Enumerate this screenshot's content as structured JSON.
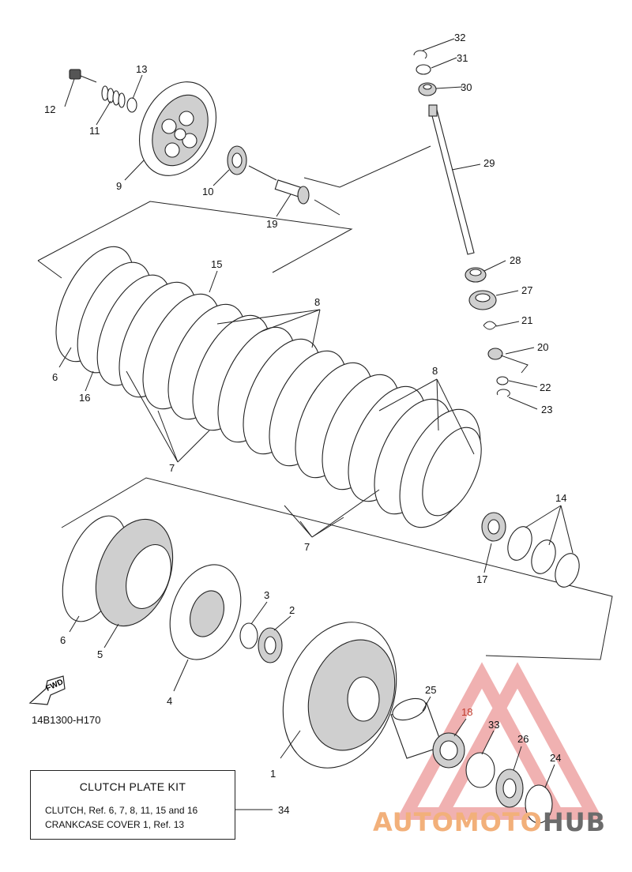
{
  "diagram": {
    "code": "14B1300-H170",
    "fwd_label": "FWD",
    "kit": {
      "title": "CLUTCH PLATE KIT",
      "line1": "CLUTCH, Ref.  6, 7, 8, 11, 15 and 16",
      "line2": "CRANKCASE COVER 1, Ref. 13",
      "ref_number": "34"
    },
    "callouts": [
      "1",
      "2",
      "3",
      "4",
      "5",
      "6",
      "7",
      "8",
      "9",
      "10",
      "11",
      "12",
      "13",
      "14",
      "15",
      "16",
      "17",
      "18",
      "19",
      "20",
      "21",
      "22",
      "23",
      "24",
      "25",
      "26",
      "27",
      "28",
      "29",
      "30",
      "31",
      "32",
      "33"
    ],
    "watermark": {
      "part1": "AUTOMOTO",
      "part2": "HUB",
      "color_primary": "#f2b07a",
      "color_secondary": "#6b6b6b",
      "triangle_color": "#e57373"
    }
  }
}
